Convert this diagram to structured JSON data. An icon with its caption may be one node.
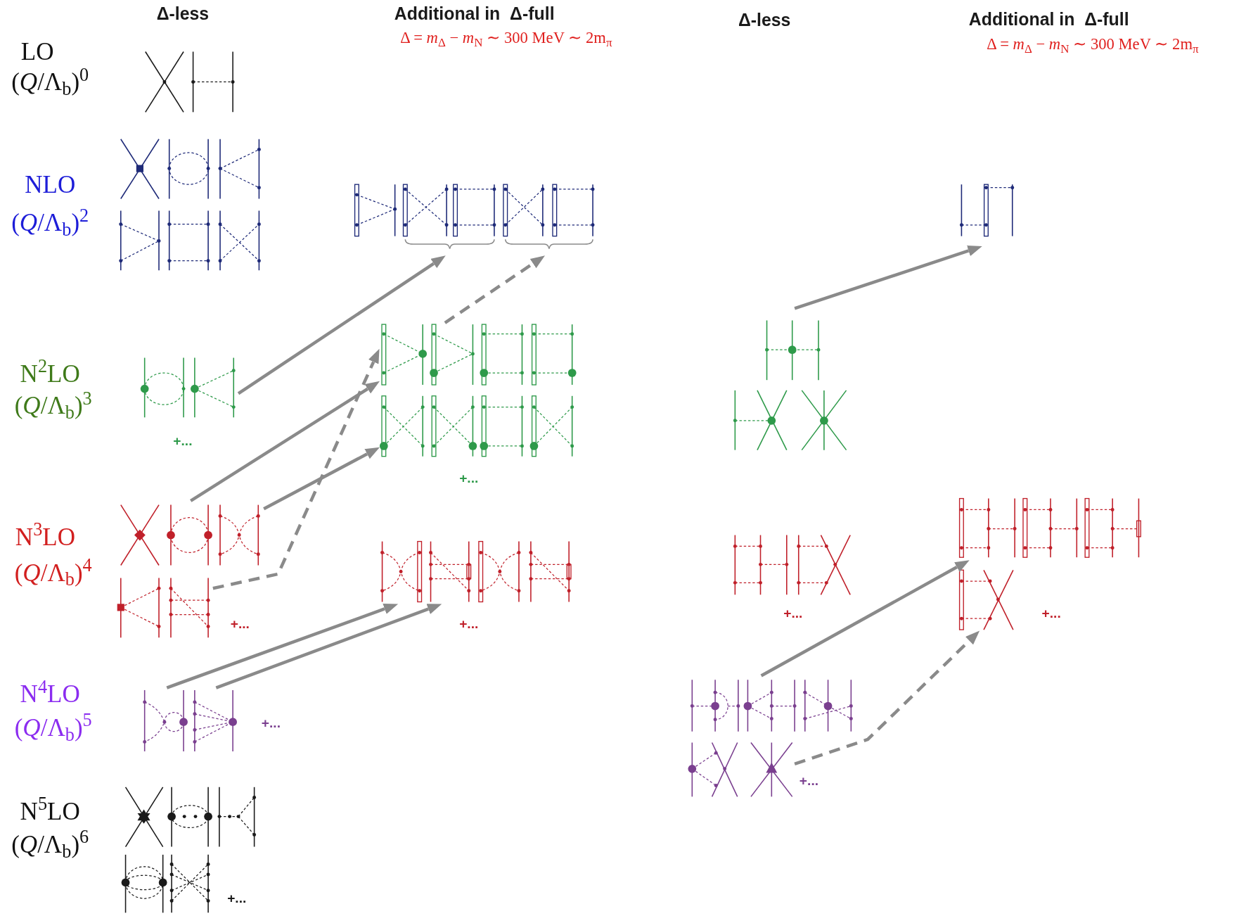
{
  "diagram": {
    "nodes": [
      {
        "text": [],
        "shape": "picture"
      },
      {
        "text": [],
        "shape": "picture"
      },
      {
        "text": [],
        "shape": "picture"
      },
      {
        "text": [],
        "shape": "picture",
        "beside": [
          "+..."
        ]
      },
      {
        "text": [],
        "shape": "picture"
      },
      {
        "text": [],
        "shape": "picture",
        "beside": [
          "+..."
        ]
      },
      {
        "text": [],
        "shape": "picture"
      },
      {
        "text": [],
        "shape": "picture"
      },
      {
        "text": [],
        "shape": "picture",
        "beside": [
          "+..."
        ]
      },
      {
        "text": [],
        "shape": "picture",
        "beside": [
          "+..."
        ]
      },
      {
        "text": [],
        "shape": "picture"
      },
      {
        "text": [],
        "shape": "picture",
        "beside": [
          "+..."
        ]
      },
      {
        "text": [],
        "shape": "picture",
        "beside": [
          "+..."
        ]
      },
      {
        "text": [],
        "shape": "picture"
      },
      {
        "text": [],
        "shape": "picture",
        "beside": [
          "+..."
        ]
      }
    ],
    "edges": [
      {
        "from": 3,
        "to": 0,
        "arrow": "to"
      },
      {
        "from": 4,
        "to": 1,
        "arrow": "to",
        "style": "dashed"
      },
      {
        "from": 7,
        "to": 4,
        "arrow": "to"
      },
      {
        "from": 7,
        "to": 5,
        "arrow": "to"
      },
      {
        "from": 8,
        "to": 4,
        "arrow": "to",
        "style": "dashed"
      },
      {
        "from": 6,
        "to": 2,
        "arrow": "to"
      },
      {
        "from": 12,
        "to": 9,
        "arrow": "to"
      },
      {
        "from": 12,
        "to": 9,
        "arrow": "to"
      },
      {
        "from": 13,
        "to": 10,
        "arrow": "to"
      },
      {
        "from": 14,
        "to": 11,
        "arrow": "to",
        "style": "dashed"
      }
    ],
    "labels": [
      "Δ-less",
      "Additional in  Δ-full",
      "Δ-less",
      "Additional in  Δ-full",
      "LO",
      "Δ = *m*$_{Δ}$ − *m*$_{N}$ ∼ 300 MeV ∼ 2m$_{π}$",
      "Δ = *m*$_{Δ}$ − *m*$_{N}$ ∼ 300 MeV ∼ 2m$_{π}$",
      "(*Q*/Λ$_{b}$)$^{0}$",
      "NLO",
      "(*Q*/Λ$_{b}$)$^{2}$",
      "N$^{2}$LO",
      "(*Q*/Λ$_{b}$)$^{3}$",
      "N$^{3}$LO",
      "(*Q*/Λ$_{b}$)$^{4}$",
      "+...",
      "N$^{4}$LO",
      "(*Q*/Λ$_{b}$)$^{5}$",
      "N$^{5}$LO",
      "(*Q*/Λ$_{b}$)$^{6}$",
      "+..."
    ]
  }
}
